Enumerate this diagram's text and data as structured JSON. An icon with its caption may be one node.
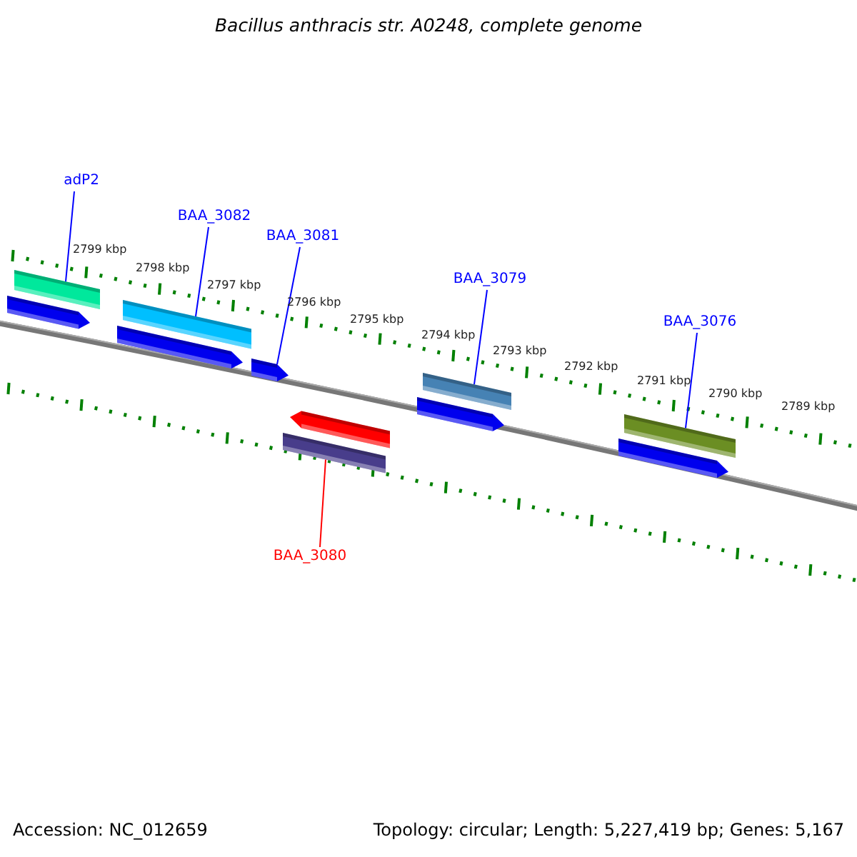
{
  "diagram": {
    "title": "Bacillus anthracis str. A0248, complete genome",
    "nodes": [
      {
        "text": [
          "adP2"
        ]
      },
      {
        "text": [],
        "shape": "bar"
      },
      {
        "text": [
          "BAA_3082"
        ]
      },
      {
        "text": [],
        "shape": "bar"
      },
      {
        "text": [
          "BAA_3081"
        ]
      },
      {
        "text": [],
        "shape": "arrow"
      },
      {
        "text": [
          "BAA_3079"
        ]
      },
      {
        "text": [],
        "shape": "bar"
      },
      {
        "text": [
          "BAA_3076"
        ]
      },
      {
        "text": [],
        "shape": "bar"
      },
      {
        "text": [
          "BAA_3080"
        ]
      },
      {
        "text": [],
        "shape": "bar"
      }
    ],
    "edges": [
      {
        "from": 0,
        "to": 1,
        "arrow": "none"
      },
      {
        "from": 2,
        "to": 3,
        "arrow": "none"
      },
      {
        "from": 4,
        "to": 5,
        "arrow": "none"
      },
      {
        "from": 6,
        "to": 7,
        "arrow": "none"
      },
      {
        "from": 8,
        "to": 9,
        "arrow": "none"
      },
      {
        "from": 10,
        "to": 11,
        "arrow": "none",
        "color": "#ff0000"
      }
    ],
    "labels": [
      "2799 kbp",
      "2798 kbp",
      "2797 kbp",
      "2796 kbp",
      "2795 kbp",
      "2794 kbp",
      "2793 kbp",
      "2792 kbp",
      "2791 kbp",
      "2790 kbp",
      "2789 kbp",
      "Accession: NC_012659",
      "Topology: circular; Length: 5,227,419 bp; Genes: 5,167"
    ]
  }
}
